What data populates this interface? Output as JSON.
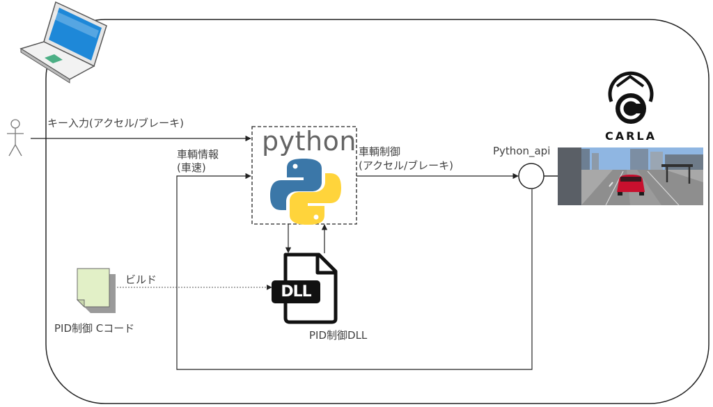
{
  "labels": {
    "key_input": "キー入力(アクセル/ブレーキ)",
    "vehicle_info_line1": "車輌情報",
    "vehicle_info_line2": "(車速)",
    "vehicle_control_line1": "車輌制御",
    "vehicle_control_line2": "(アクセル/ブレーキ)",
    "python_api": "Python_api",
    "build": "ビルド",
    "pid_c_code": "PID制御 Cコード",
    "pid_dll": "PID制御DLL"
  },
  "logos": {
    "python_wordmark": "python",
    "carla_wordmark": "CARLA",
    "dll_badge": "DLL"
  },
  "colors": {
    "python_blue": "#3b77a8",
    "python_yellow": "#ffd43b",
    "laptop_screen": "#1e88d8",
    "document_fill": "#e2f0c7",
    "car_red": "#c8102e"
  }
}
